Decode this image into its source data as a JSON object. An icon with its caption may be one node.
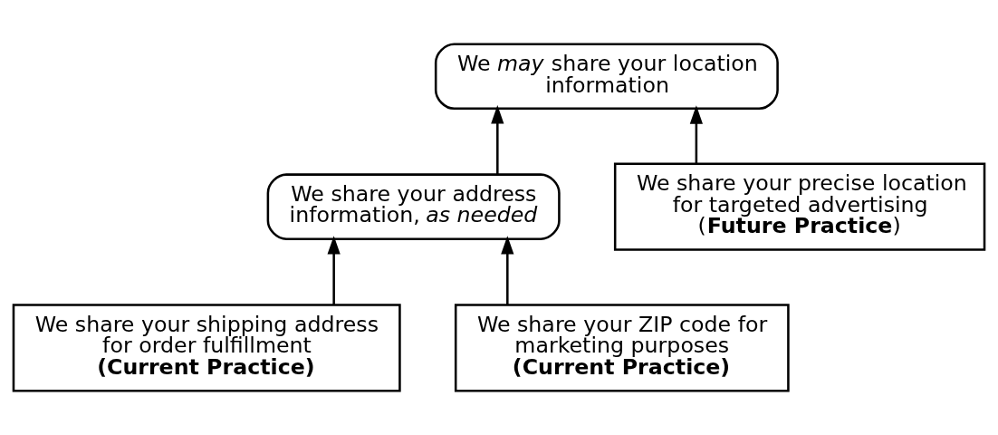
{
  "diagram": {
    "nodes": [
      {
        "text": [
          "We *may* share your location information"
        ]
      },
      {
        "text": [
          "We share your address information, *as needed*"
        ]
      },
      {
        "text": [
          "We share your precise location for targeted advertising",
          "(**Future Practice**)"
        ]
      },
      {
        "text": [
          "We share your shipping address for order fulfillment",
          "**(Current Practice)**"
        ]
      },
      {
        "text": [
          "We share your ZIP code for marketing purposes",
          "**(Current Practice)**"
        ]
      }
    ],
    "edges": [
      {
        "from": 1,
        "to": 0,
        "arrow": "to"
      },
      {
        "from": 2,
        "to": 0,
        "arrow": "to"
      },
      {
        "from": 3,
        "to": 1,
        "arrow": "to"
      },
      {
        "from": 4,
        "to": 1,
        "arrow": "to"
      }
    ]
  }
}
